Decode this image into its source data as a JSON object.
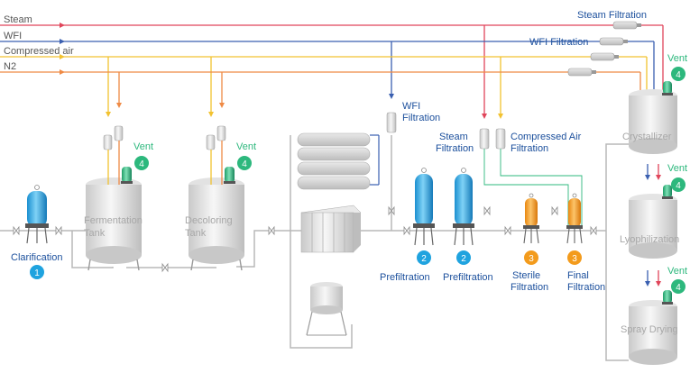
{
  "utilities": {
    "steam": "Steam",
    "wfi": "WFI",
    "compressed_air": "Compressed air",
    "n2": "N2"
  },
  "filtrations": {
    "steam_top": "Steam Filtration",
    "wfi_top": "WFI Filtration",
    "wfi_mid": [
      "WFI",
      "Filtration"
    ],
    "steam_mid": [
      "Steam",
      "Filtration"
    ],
    "compressed_air": [
      "Compressed Air",
      "Filtration"
    ]
  },
  "vent": "Vent",
  "steps": [
    {
      "number": "1",
      "label": [
        "Clarification"
      ],
      "color": "#1fa3df"
    },
    {
      "number": "2",
      "label": [
        "Prefiltration"
      ],
      "color": "#1fa3df"
    },
    {
      "number": "2",
      "label": [
        "Prefiltration"
      ],
      "color": "#1fa3df"
    },
    {
      "number": "3",
      "label": [
        "Sterile",
        "Filtration"
      ],
      "color": "#f39b1c"
    },
    {
      "number": "3",
      "label": [
        "Final",
        "Filtration"
      ],
      "color": "#f39b1c"
    }
  ],
  "vent_number": "4",
  "vent_color": "#2db87d",
  "tanks": {
    "fermentation": [
      "Fermentation",
      "Tank"
    ],
    "decoloring": [
      "Decoloring",
      "Tank"
    ]
  },
  "vessels": {
    "crystallizer": "Crystallizer",
    "lyophilization": "Lyophilization",
    "spray_drying": "Spray Drying"
  },
  "colors": {
    "steam_line": "#e0455a",
    "wfi_line": "#3a5fb0",
    "air_line": "#f2c230",
    "n2_line": "#ef8a45",
    "process_line": "#b8b8b8",
    "label_blue": "#1b4f9c",
    "step_label_blue": "#1b4f9c",
    "vessel_text": "#a8a8a8"
  }
}
